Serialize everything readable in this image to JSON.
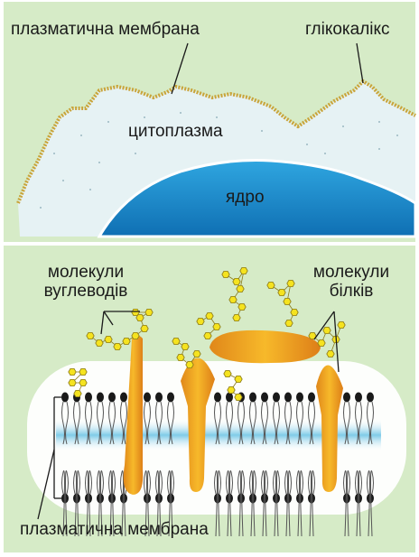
{
  "top": {
    "membrane_label": "плазматична мембрана",
    "glycocalyx_label": "глікокалікс",
    "cytoplasm_label": "цитоплазма",
    "nucleus_label": "ядро"
  },
  "bottom": {
    "carb_label_line1": "молекули",
    "carb_label_line2": "вуглеводів",
    "protein_label_line1": "молекули",
    "protein_label_line2": "білків",
    "membrane_label": "плазматична мембрана"
  },
  "colors": {
    "panel_bg": "#d6ebc7",
    "cytoplasm": "#e6f2f4",
    "nucleus": "#1a8fd0",
    "membrane_edge": "#c9a43a",
    "protein": "#f2a31c",
    "carbohydrate": "#f5e31f",
    "lipid_head": "#1a1a1a",
    "lipid_tail": "#555555",
    "bilayer_band": "#7fcbe8"
  }
}
